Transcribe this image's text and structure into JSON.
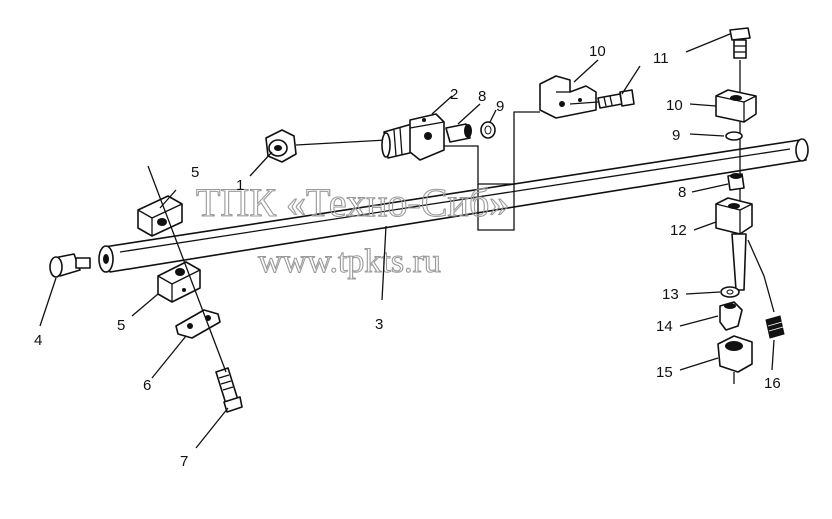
{
  "watermark": {
    "line1": "ТПК «Техно-Сиб»",
    "line2": "www.tpkts.ru"
  },
  "callouts": {
    "c1": "1",
    "c2": "2",
    "c3": "3",
    "c4": "4",
    "c5a": "5",
    "c5b": "5",
    "c6": "6",
    "c7": "7",
    "c8a": "8",
    "c8b": "8",
    "c9a": "9",
    "c9b": "9",
    "c10a": "10",
    "c10b": "10",
    "c11": "11",
    "c12": "12",
    "c13": "13",
    "c14": "14",
    "c15": "15",
    "c16": "16"
  },
  "colors": {
    "ink": "#111111",
    "watermark": "#9a9a9a",
    "background": "#ffffff"
  }
}
